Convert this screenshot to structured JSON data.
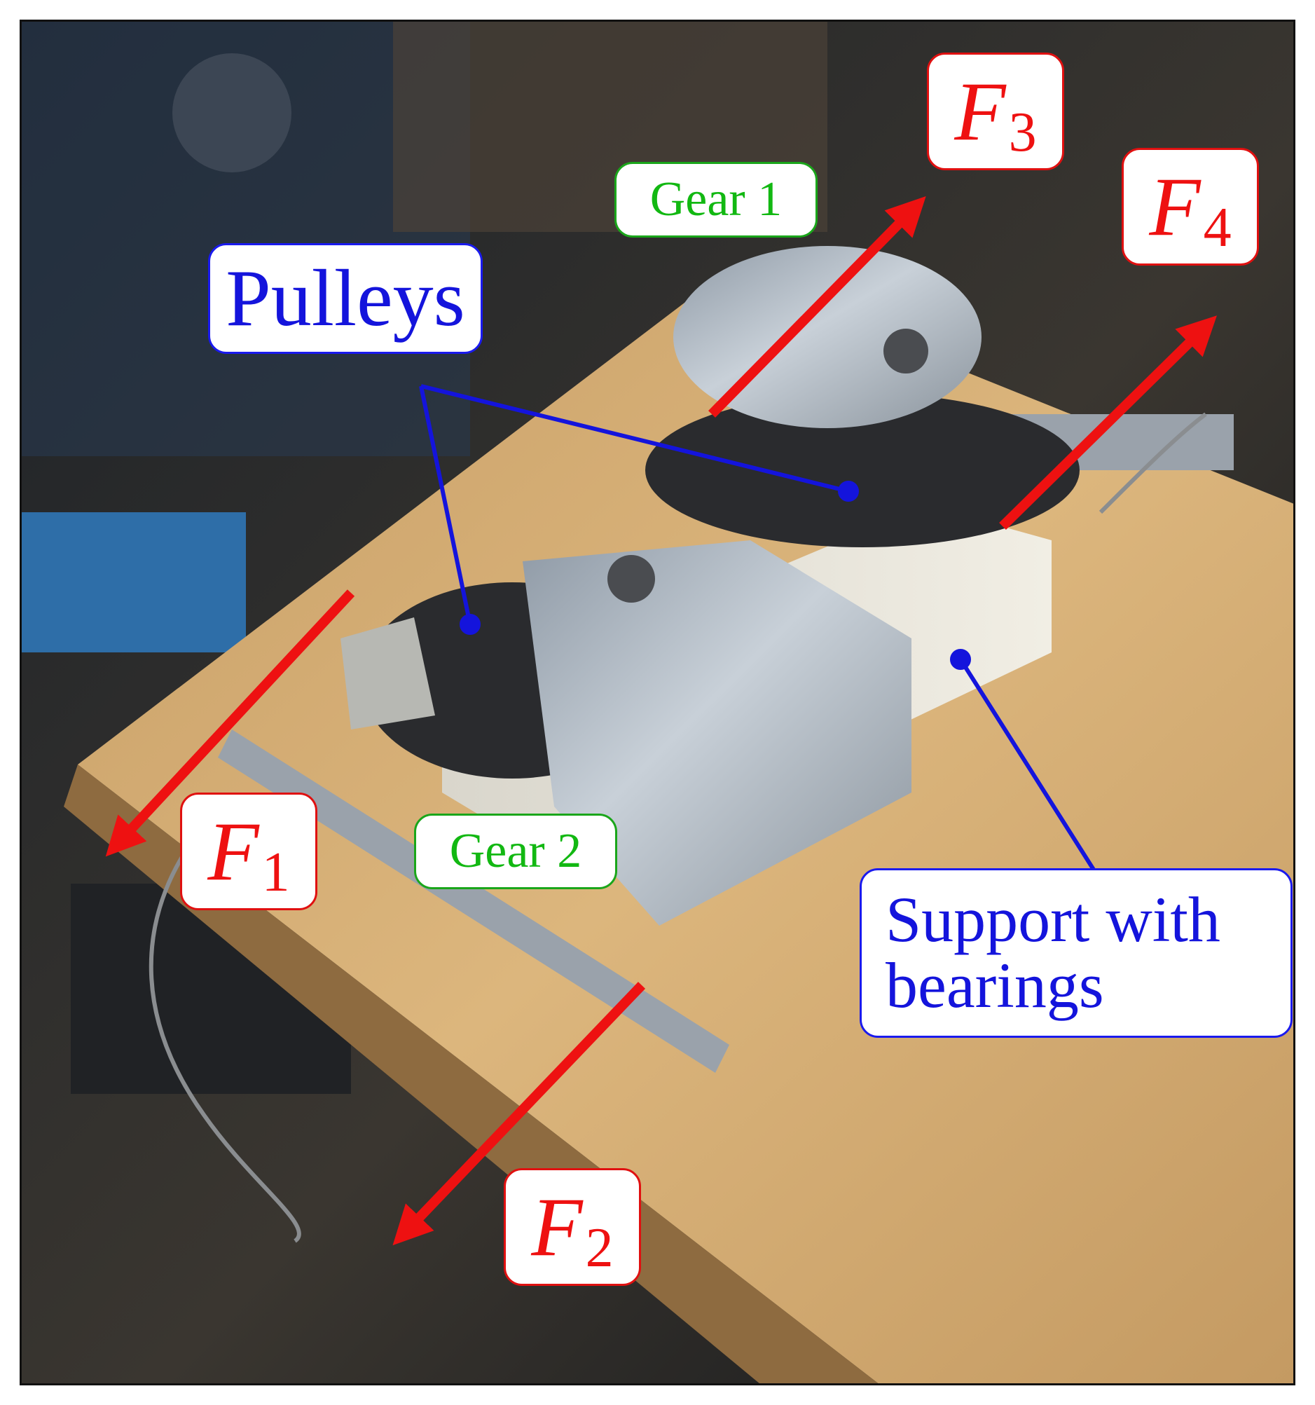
{
  "labels": {
    "pulleys": "Pulleys",
    "gear1": "Gear 1",
    "gear2": "Gear 2",
    "support_line1": "Support with",
    "support_line2": "bearings"
  },
  "forces": [
    {
      "symbol": "F",
      "sub": "1"
    },
    {
      "symbol": "F",
      "sub": "2"
    },
    {
      "symbol": "F",
      "sub": "3"
    },
    {
      "symbol": "F",
      "sub": "4"
    }
  ],
  "colors": {
    "force": "#ee1111",
    "gear_label": "#12b812",
    "leader": "#1414dc",
    "wood": "#d9b27a",
    "aluminum": "#b9c1c9"
  }
}
